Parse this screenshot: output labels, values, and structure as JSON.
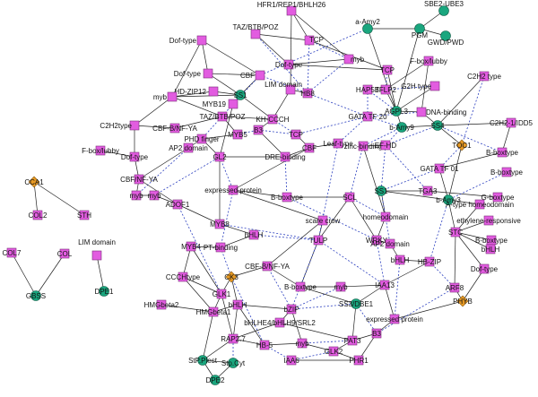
{
  "colors": {
    "square": "#e25ce0",
    "circle": "#1aa67e",
    "diamond": "#e89a24",
    "solid": "#202020",
    "dashed": "#2b3fbf"
  },
  "nodes": [
    {
      "id": "hfr1",
      "label": "HFR1/REP1/BHLH26",
      "shape": "square"
    },
    {
      "id": "sbe2",
      "label": "SBE2-UBE3",
      "shape": "circle"
    },
    {
      "id": "aamy2",
      "label": "a-Amy2",
      "shape": "circle"
    },
    {
      "id": "pgm",
      "label": "PGM",
      "shape": "circle"
    },
    {
      "id": "gwd",
      "label": "GWD/PWD",
      "shape": "circle"
    },
    {
      "id": "doftype1",
      "label": "Dof-type",
      "shape": "square"
    },
    {
      "id": "tazbtb",
      "label": "TAZ/BTB/POZ",
      "shape": "square"
    },
    {
      "id": "tcp1",
      "label": "TCP",
      "shape": "square"
    },
    {
      "id": "fboxlubby",
      "label": "F-box/lubby",
      "shape": "square"
    },
    {
      "id": "doftype2",
      "label": "Dof-type",
      "shape": "square"
    },
    {
      "id": "cbf1",
      "label": "CBF",
      "shape": "square"
    },
    {
      "id": "doftype3",
      "label": "Dof-type",
      "shape": "square"
    },
    {
      "id": "myb1",
      "label": "myb",
      "shape": "square"
    },
    {
      "id": "tcp2",
      "label": "TCP",
      "shape": "square"
    },
    {
      "id": "lim1",
      "label": "LIM domain",
      "shape": "square"
    },
    {
      "id": "g2h",
      "label": "G2H type",
      "shape": "square"
    },
    {
      "id": "c2h2a",
      "label": "C2H2 type",
      "shape": "square"
    },
    {
      "id": "hdzip12",
      "label": "HD-ZIP12",
      "shape": "square"
    },
    {
      "id": "ss1",
      "label": "SS1",
      "shape": "circle"
    },
    {
      "id": "hb8",
      "label": "HB8",
      "shape": "square"
    },
    {
      "id": "hap5b",
      "label": "HAP5B",
      "shape": "square"
    },
    {
      "id": "tflp2",
      "label": "TFLP2",
      "shape": "square"
    },
    {
      "id": "myb3",
      "label": "myb",
      "shape": "square"
    },
    {
      "id": "myb19",
      "label": "MYB19",
      "shape": "square"
    },
    {
      "id": "agpl3",
      "label": "AGPL3",
      "shape": "circle"
    },
    {
      "id": "dnab",
      "label": "DNA-binding",
      "shape": "square"
    },
    {
      "id": "c2h2b",
      "label": "C2H2type",
      "shape": "square"
    },
    {
      "id": "cbfnfya1",
      "label": "CBF-B/NF-YA",
      "shape": "square"
    },
    {
      "id": "khccch",
      "label": "KH-CCCH",
      "shape": "square"
    },
    {
      "id": "tazbtb2",
      "label": "TAZ/BTB/POZ",
      "shape": "square"
    },
    {
      "id": "gatatf",
      "label": "GATA TF 20",
      "shape": "square"
    },
    {
      "id": "bamy9",
      "label": "b-Amy9",
      "shape": "circle"
    },
    {
      "id": "ss4",
      "label": "SS4",
      "shape": "circle"
    },
    {
      "id": "c2h2id",
      "label": "C2H2-1/IDD5",
      "shape": "square"
    },
    {
      "id": "phd",
      "label": "PHD finger",
      "shape": "square"
    },
    {
      "id": "myb5",
      "label": "MYB5",
      "shape": "square"
    },
    {
      "id": "b3a",
      "label": "B3",
      "shape": "square"
    },
    {
      "id": "tcp3",
      "label": "TCP",
      "shape": "square"
    },
    {
      "id": "toc1",
      "label": "TOC1",
      "shape": "diamond"
    },
    {
      "id": "bbox1",
      "label": "B-boxtype",
      "shape": "square"
    },
    {
      "id": "fboxlubby2",
      "label": "F-box/lubby",
      "shape": "square"
    },
    {
      "id": "doftype4",
      "label": "Dof-type",
      "shape": "square"
    },
    {
      "id": "ap2a",
      "label": "AP2 domain",
      "shape": "square"
    },
    {
      "id": "gl2",
      "label": "GL2",
      "shape": "square"
    },
    {
      "id": "dreb",
      "label": "DRE-binding",
      "shape": "square"
    },
    {
      "id": "cbf2",
      "label": "CBF",
      "shape": "square"
    },
    {
      "id": "leaf",
      "label": "Leaf-type",
      "shape": "square"
    },
    {
      "id": "zincb",
      "label": "zinc-binding",
      "shape": "square"
    },
    {
      "id": "efhd",
      "label": "EF-HD",
      "shape": "square"
    },
    {
      "id": "cbfnfya2",
      "label": "CBF/NF-YA",
      "shape": "square"
    },
    {
      "id": "gatatf01",
      "label": "GATA TF 01",
      "shape": "square"
    },
    {
      "id": "bboxtype2",
      "label": "B-boxtype",
      "shape": "square"
    },
    {
      "id": "cca1",
      "label": "CCA1",
      "shape": "diamond"
    },
    {
      "id": "col2",
      "label": "COL2",
      "shape": "square"
    },
    {
      "id": "sth",
      "label": "STH",
      "shape": "square"
    },
    {
      "id": "myb6",
      "label": "myb",
      "shape": "square"
    },
    {
      "id": "myb7",
      "label": "myb",
      "shape": "square"
    },
    {
      "id": "expressed1",
      "label": "expressed protein",
      "shape": "square"
    },
    {
      "id": "bboxtype3",
      "label": "B-boxtype",
      "shape": "square"
    },
    {
      "id": "ss1b",
      "label": "SS1",
      "shape": "circle"
    },
    {
      "id": "tga3",
      "label": "TGA3",
      "shape": "square"
    },
    {
      "id": "bamy3",
      "label": "b-Amy3",
      "shape": "circle"
    },
    {
      "id": "ahome",
      "label": "A-type homeodomain",
      "shape": "square"
    },
    {
      "id": "gbox",
      "label": "G-boxtype",
      "shape": "square"
    },
    {
      "id": "adof1",
      "label": "ADOF1",
      "shape": "square"
    },
    {
      "id": "homeo",
      "label": "homeodomain",
      "shape": "square"
    },
    {
      "id": "scl",
      "label": "SCL",
      "shape": "square"
    },
    {
      "id": "scarecrow",
      "label": "scare crow",
      "shape": "square"
    },
    {
      "id": "tulp",
      "label": "TULP",
      "shape": "square"
    },
    {
      "id": "ethylene",
      "label": "ethylene-responsive",
      "shape": "square"
    },
    {
      "id": "stc",
      "label": "STC",
      "shape": "square"
    },
    {
      "id": "myb8",
      "label": "MYB8",
      "shape": "square"
    },
    {
      "id": "bhlh2",
      "label": "bHLH",
      "shape": "square"
    },
    {
      "id": "wrky",
      "label": "WRKY",
      "shape": "square"
    },
    {
      "id": "ap2b",
      "label": "AP2 domain",
      "shape": "square"
    },
    {
      "id": "bboxtype4",
      "label": "B-boxtype",
      "shape": "square"
    },
    {
      "id": "col7",
      "label": "COL7",
      "shape": "square"
    },
    {
      "id": "col",
      "label": "COL",
      "shape": "square"
    },
    {
      "id": "lim2",
      "label": "LIM domain",
      "shape": "square"
    },
    {
      "id": "myb4",
      "label": "MYB4",
      "shape": "square"
    },
    {
      "id": "ptbinding",
      "label": "PT-binding",
      "shape": "square"
    },
    {
      "id": "bhlh3",
      "label": "bHLH",
      "shape": "square"
    },
    {
      "id": "hbzip",
      "label": "HB-ZIP",
      "shape": "square"
    },
    {
      "id": "doftype5",
      "label": "Dof-type",
      "shape": "square"
    },
    {
      "id": "bhlh4",
      "label": "bHLH",
      "shape": "square"
    },
    {
      "id": "cccht",
      "label": "CCCHtype",
      "shape": "square"
    },
    {
      "id": "glk1",
      "label": "GLK1",
      "shape": "square"
    },
    {
      "id": "cbfnfya3",
      "label": "CBF-B/NF-YA",
      "shape": "square"
    },
    {
      "id": "iaa13",
      "label": "IAA13",
      "shape": "square"
    },
    {
      "id": "gbss",
      "label": "GBSS",
      "shape": "circle"
    },
    {
      "id": "dpe1",
      "label": "DPE1",
      "shape": "circle"
    },
    {
      "id": "ck3",
      "label": "CK3",
      "shape": "diamond"
    },
    {
      "id": "bboxtype5",
      "label": "B-boxtype",
      "shape": "square"
    },
    {
      "id": "myb9",
      "label": "myb",
      "shape": "square"
    },
    {
      "id": "arf8",
      "label": "ARF8",
      "shape": "square"
    },
    {
      "id": "hmgbeta2",
      "label": "HMGbeta2",
      "shape": "square"
    },
    {
      "id": "bhlh5",
      "label": "bHLH",
      "shape": "square"
    },
    {
      "id": "phyb",
      "label": "PHYB",
      "shape": "diamond"
    },
    {
      "id": "ss3",
      "label": "SS3/DBE1",
      "shape": "circle"
    },
    {
      "id": "hmgbeta1",
      "label": "HMGbeta1",
      "shape": "square"
    },
    {
      "id": "bzip",
      "label": "bZIP",
      "shape": "square"
    },
    {
      "id": "expressed2",
      "label": "expressed protein",
      "shape": "square"
    },
    {
      "id": "bhlhe",
      "label": "bHLHE4/bHLH9/SRL2",
      "shape": "square"
    },
    {
      "id": "rap27",
      "label": "RAP2.7",
      "shape": "square"
    },
    {
      "id": "b3b",
      "label": "B3",
      "shape": "square"
    },
    {
      "id": "pat3",
      "label": "PAT3",
      "shape": "square"
    },
    {
      "id": "hb5",
      "label": "HB-5",
      "shape": "square"
    },
    {
      "id": "myb10",
      "label": "myb",
      "shape": "square"
    },
    {
      "id": "glk2",
      "label": "GLK2",
      "shape": "square"
    },
    {
      "id": "stpplest",
      "label": "StP.Plest",
      "shape": "circle"
    },
    {
      "id": "stpcyt",
      "label": "Stp.Cyt",
      "shape": "circle"
    },
    {
      "id": "iaa",
      "label": "IAA6",
      "shape": "square"
    },
    {
      "id": "phr1",
      "label": "PHR1",
      "shape": "square"
    },
    {
      "id": "dpe2",
      "label": "DPE2",
      "shape": "circle"
    }
  ]
}
